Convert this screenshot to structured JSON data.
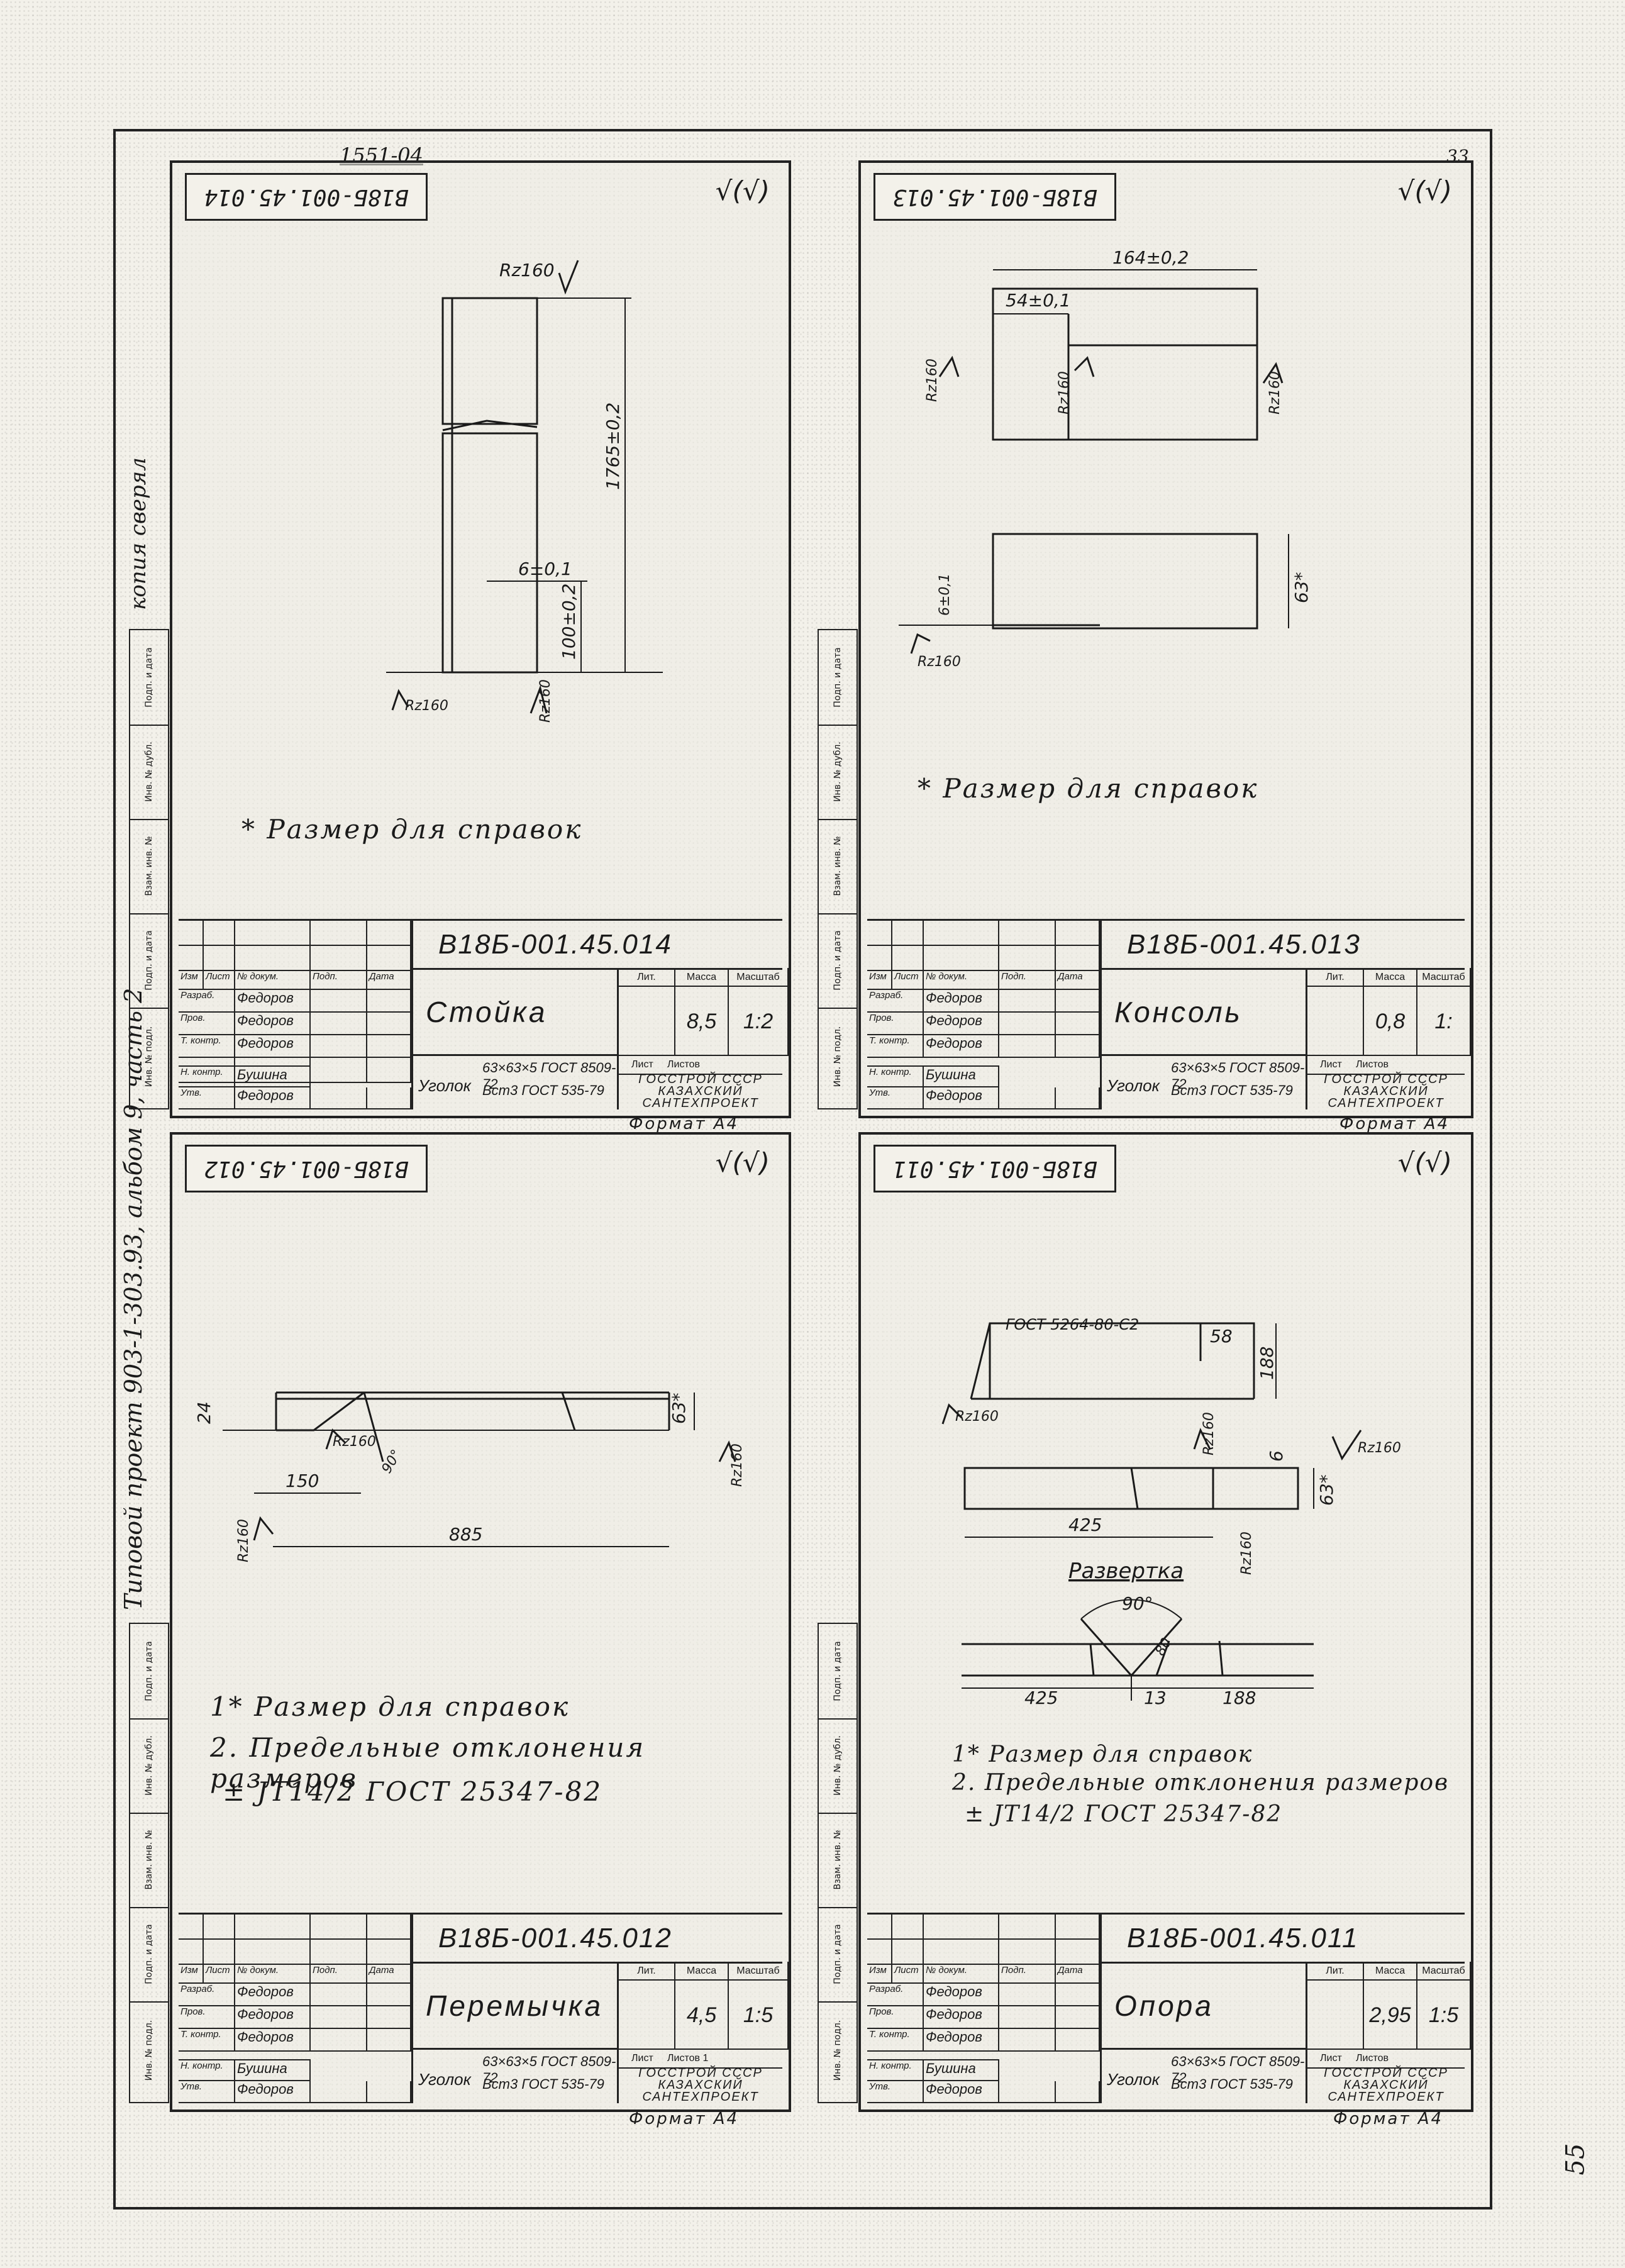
{
  "document": {
    "top_code": "1551-04",
    "top_page": "33",
    "margin_left_top": "копия сверял",
    "margin_left_bottom": "Типовой проект 903-1-303.93, альбом 9, часть 2",
    "corner_bottom_right": "55",
    "side_strip_labels": [
      "Подп. и дата",
      "Инв. № дубл.",
      "Взам. инв. №",
      "Подп. и дата",
      "Инв. № подл."
    ]
  },
  "title_block_headers": {
    "izm": "Изм",
    "list": "Лист",
    "doc": "№ докум.",
    "podp": "Подп.",
    "data": "Дата",
    "razrab": "Разраб.",
    "prov": "Пров.",
    "tkontr": "Т. контр.",
    "nkontr": "Н. контр.",
    "utv": "Утв.",
    "lit": "Лит.",
    "massa": "Масса",
    "masshtab": "Масштаб",
    "list2": "Лист",
    "listov": "Листов"
  },
  "sheets": [
    {
      "id": "014",
      "code": "В18Б-001.45.014",
      "name": "Стойка",
      "mass": "8,5",
      "scale": "1:2",
      "sheets_count": "",
      "people": {
        "razrab": "Федоров",
        "prov": "Федоров",
        "tkontr": "Федоров",
        "nkontr": "Бушина",
        "utv": "Федоров"
      },
      "material_prefix": "Уголок",
      "material_line1": "63×63×5 ГОСТ 8509-72",
      "material_line2": "Вст3 ГОСТ 535-79",
      "org": [
        "ГОССТРОЙ СССР",
        "КАЗАХСКИЙ",
        "САНТЕХПРОЕКТ"
      ],
      "format": "Формат А4",
      "roughness": "√(√)",
      "dims": {
        "rz_top": "Rz160",
        "length": "1765±0,2",
        "six": "6±0,1",
        "hundred": "100±0,2",
        "rz_left": "Rz160",
        "rz_right": "Rz160"
      },
      "notes": [
        "* Размер для справок"
      ]
    },
    {
      "id": "013",
      "code": "В18Б-001.45.013",
      "name": "Консоль",
      "mass": "0,8",
      "scale": "1:",
      "sheets_count": "",
      "people": {
        "razrab": "Федоров",
        "prov": "Федоров",
        "tkontr": "Федоров",
        "nkontr": "Бушина",
        "utv": "Федоров"
      },
      "material_prefix": "Уголок",
      "material_line1": "63×63×5 ГОСТ 8509-72",
      "material_line2": "Вст3 ГОСТ 535-79",
      "org": [
        "ГОССТРОЙ СССР",
        "КАЗАХСКИЙ",
        "САНТЕХПРОЕКТ"
      ],
      "format": "Формат А4",
      "roughness": "√(√)",
      "dims": {
        "w_total": "164±0,2",
        "w_part": "54±0,1",
        "rz1": "Rz160",
        "rz2": "Rz160",
        "rz3": "Rz160",
        "six": "6±0,1",
        "h": "63*",
        "rz4": "Rz160"
      },
      "notes": [
        "* Размер для справок"
      ]
    },
    {
      "id": "012",
      "code": "В18Б-001.45.012",
      "name": "Перемычка",
      "mass": "4,5",
      "scale": "1:5",
      "sheets_count": "1",
      "people": {
        "razrab": "Федоров",
        "prov": "Федоров",
        "tkontr": "Федоров",
        "nkontr": "Бушина",
        "utv": "Федоров"
      },
      "material_prefix": "Уголок",
      "material_line1": "63×63×5 ГОСТ 8509-72",
      "material_line2": "Вст3 ГОСТ 535-79",
      "org": [
        "ГОССТРОЙ СССР",
        "КАЗАХСКИЙ",
        "САНТЕХПРОЕКТ"
      ],
      "format": "Формат А4",
      "roughness": "√(√)",
      "dims": {
        "h24": "24",
        "rz1": "Rz160",
        "l150": "150",
        "a": "90°",
        "l885": "885",
        "h63": "63*",
        "rz2": "Rz160",
        "rz3": "Rz160"
      },
      "notes": [
        "1* Размер для справок",
        "2. Предельные отклонения размеров",
        "± JT14/2  ГОСТ 25347-82"
      ]
    },
    {
      "id": "011",
      "code": "В18Б-001.45.011",
      "name": "Опора",
      "mass": "2,95",
      "scale": "1:5",
      "sheets_count": "",
      "people": {
        "razrab": "Федоров",
        "prov": "Федоров",
        "tkontr": "Федоров",
        "nkontr": "Бушина",
        "utv": "Федоров"
      },
      "material_prefix": "Уголок",
      "material_line1": "63×63×5 ГОСТ 8509-72",
      "material_line2": "Вст3 ГОСТ 535-79",
      "org": [
        "ГОССТРОЙ СССР",
        "КАЗАХСКИЙ",
        "САНТЕХПРОЕКТ"
      ],
      "format": "Формат А4",
      "roughness": "√(√)",
      "dims": {
        "gost": "ГОСТ 5264-80-С2",
        "d58": "58",
        "d188": "188",
        "rz1": "Rz160",
        "rz2": "Rz160",
        "six": "6",
        "rz3": "Rz160",
        "d63": "63*",
        "rz4": "Rz160",
        "d425": "425",
        "razv": "Развертка",
        "a90": "90°",
        "d425b": "425",
        "d13": "13",
        "d188b": "188",
        "d80": "80"
      },
      "notes": [
        "1* Размер для справок",
        "2. Предельные отклонения размеров",
        "± JT14/2  ГОСТ 25347-82"
      ]
    }
  ]
}
